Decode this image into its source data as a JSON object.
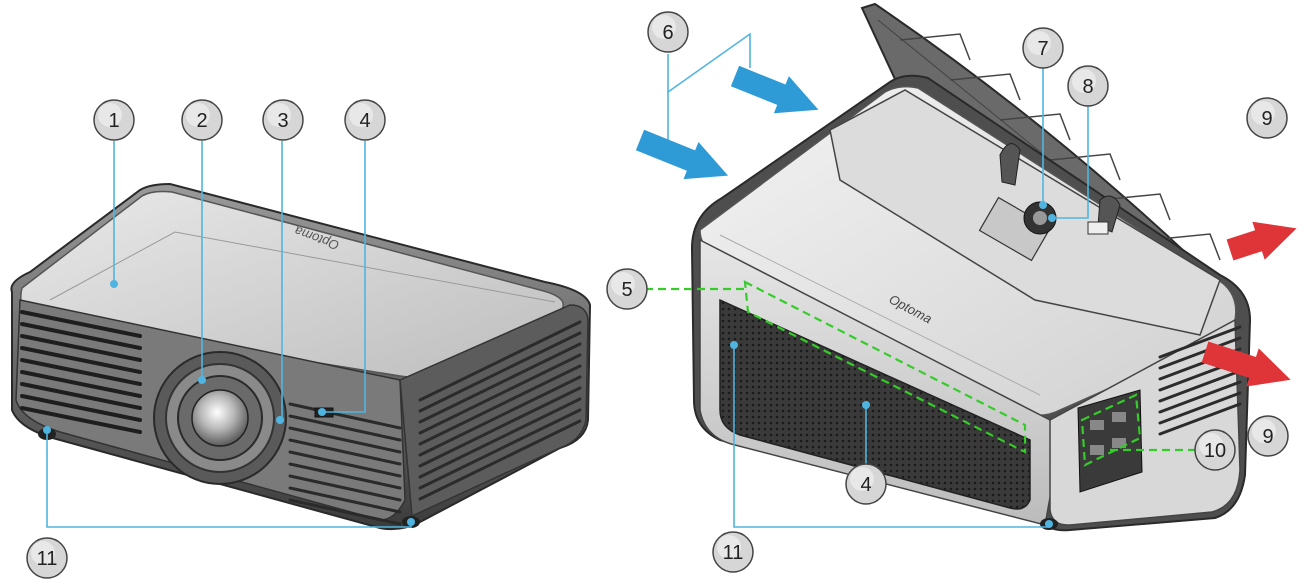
{
  "colors": {
    "callout_line": "#4fb5e0",
    "dashed_green": "#35cc2a",
    "intake_arrow": "#2f9bd6",
    "exhaust_arrow": "#e03538",
    "badge_fill": "#d6d6d6",
    "badge_stroke": "#444444"
  },
  "front_view": {
    "brand_logo_text": "Optoma",
    "callouts": {
      "c1": "1",
      "c2": "2",
      "c3": "3",
      "c4": "4",
      "c11": "11"
    }
  },
  "rear_view": {
    "brand_logo_text": "Optoma",
    "callouts": {
      "c4": "4",
      "c5": "5",
      "c6": "6",
      "c7": "7",
      "c8": "8",
      "c9a": "9",
      "c9b": "9",
      "c10": "10",
      "c11": "11"
    },
    "icons": [
      "air-intake-arrow",
      "air-exhaust-arrow"
    ]
  }
}
